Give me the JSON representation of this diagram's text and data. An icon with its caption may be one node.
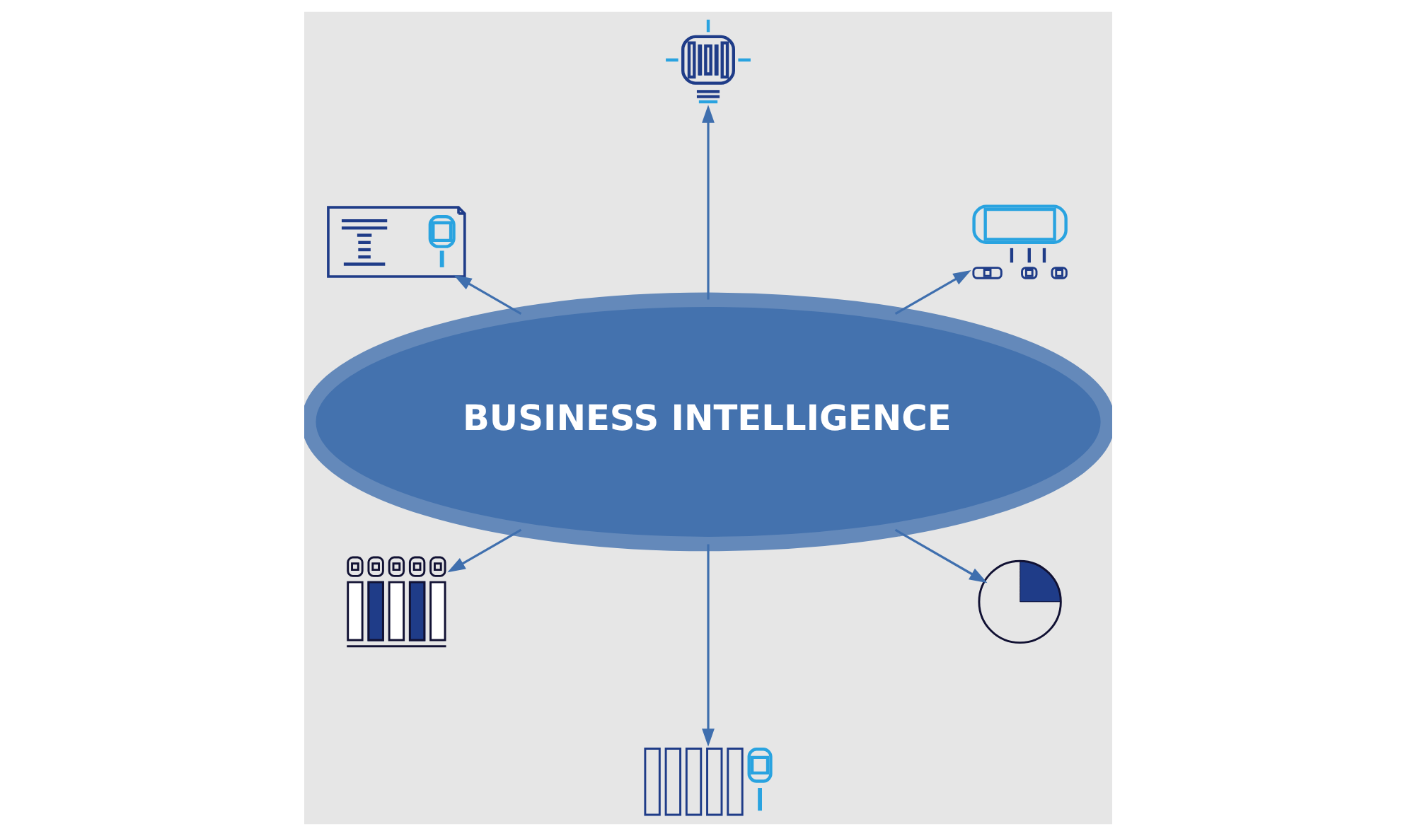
{
  "diagram": {
    "nodes": [
      {
        "text": [
          "BUSINESS INTELLIGENCE"
        ]
      },
      {
        "text": [],
        "shape": "picture"
      },
      {
        "text": [],
        "shape": "picture"
      },
      {
        "text": [],
        "shape": "picture"
      },
      {
        "text": [],
        "shape": "picture"
      },
      {
        "text": [],
        "shape": "picture"
      },
      {
        "text": [],
        "shape": "picture"
      }
    ],
    "edges": [
      {
        "from": 0,
        "to": 1,
        "arrow": "to"
      },
      {
        "from": 0,
        "to": 2,
        "arrow": "to"
      },
      {
        "from": 0,
        "to": 3,
        "arrow": "to"
      },
      {
        "from": 0,
        "to": 4,
        "arrow": "to"
      },
      {
        "from": 0,
        "to": 5,
        "arrow": "to"
      },
      {
        "from": 0,
        "to": 6,
        "arrow": "to"
      }
    ]
  }
}
